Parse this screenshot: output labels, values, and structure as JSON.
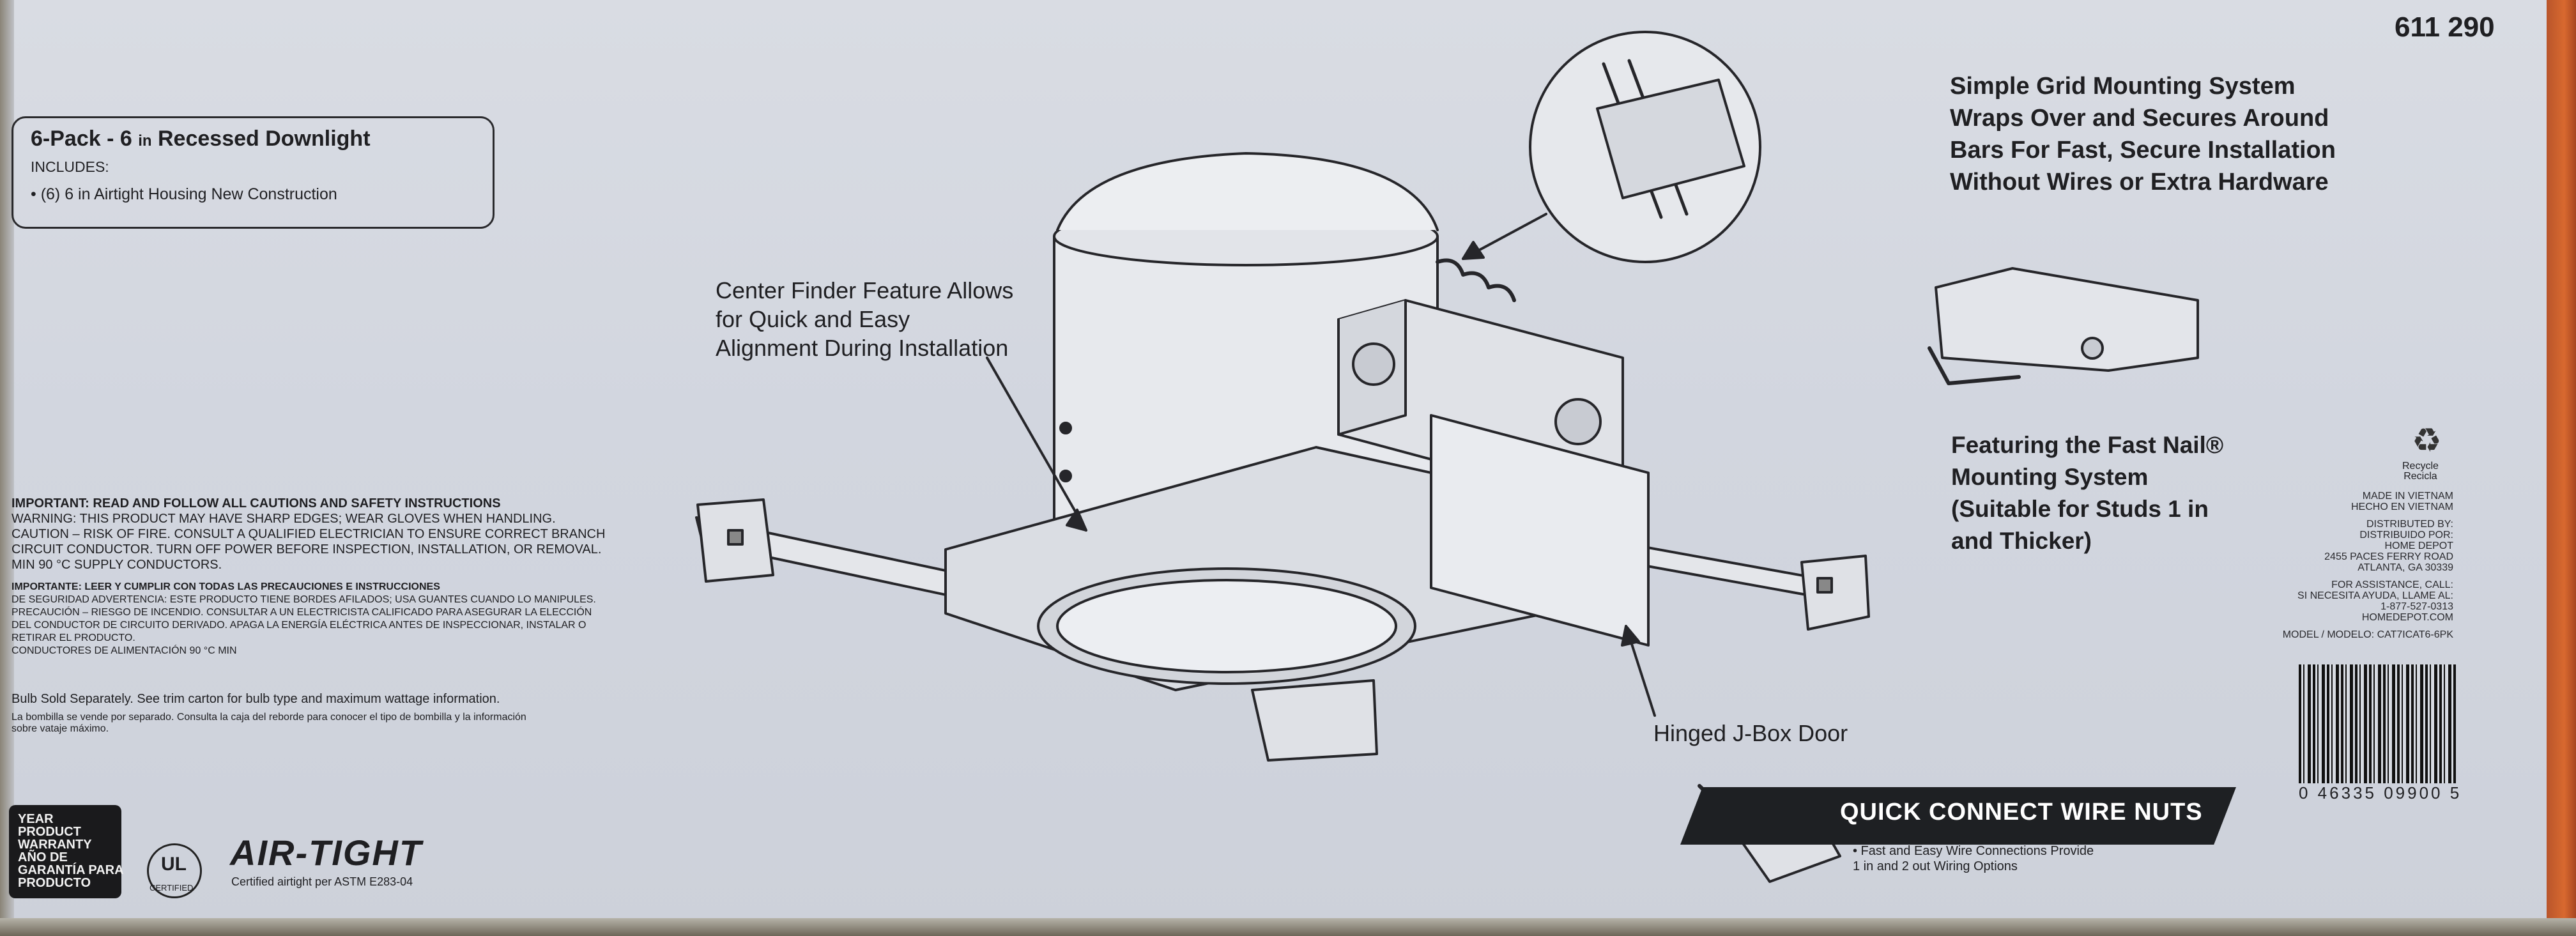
{
  "sku": "611 290",
  "pack": {
    "title_main": "6-Pack - 6",
    "title_unit": "in",
    "title_rest": "Recessed Downlight",
    "includes_label": "INCLUDES:",
    "item": "• (6) 6 in Airtight Housing New Construction"
  },
  "warnings": {
    "line1": "IMPORTANT: READ AND FOLLOW ALL CAUTIONS AND SAFETY INSTRUCTIONS",
    "line2": "WARNING: THIS PRODUCT MAY HAVE SHARP EDGES; WEAR GLOVES WHEN HANDLING.",
    "line3": "CAUTION – RISK OF FIRE. CONSULT A QUALIFIED ELECTRICIAN TO ENSURE CORRECT BRANCH",
    "line4": "CIRCUIT CONDUCTOR. TURN OFF POWER BEFORE INSPECTION, INSTALLATION, OR REMOVAL.",
    "line5": "MIN 90 °C SUPPLY CONDUCTORS.",
    "es1": "IMPORTANTE: LEER Y CUMPLIR CON TODAS LAS PRECAUCIONES E INSTRUCCIONES",
    "es2": "DE SEGURIDAD ADVERTENCIA: ESTE PRODUCTO TIENE BORDES AFILADOS; USA GUANTES CUANDO LO MANIPULES.",
    "es3": "PRECAUCIÓN – RIESGO DE INCENDIO. CONSULTAR A UN ELECTRICISTA CALIFICADO PARA ASEGURAR LA ELECCIÓN",
    "es4": "DEL CONDUCTOR DE CIRCUITO DERIVADO. APAGA LA ENERGÍA ELÉCTRICA ANTES DE INSPECCIONAR, INSTALAR O",
    "es5": "RETIRAR EL PRODUCTO.",
    "es6": "CONDUCTORES DE ALIMENTACIÓN 90 °C MIN",
    "bulb1": "Bulb Sold Separately. See trim carton for bulb type and maximum wattage information.",
    "bulb2": "La bombilla se vende por separado. Consulta la caja del reborde para conocer el tipo de bombilla y la información",
    "bulb3": "sobre vataje máximo."
  },
  "callouts": {
    "center_finder_1": "Center Finder Feature Allows",
    "center_finder_2": "for Quick and Easy",
    "center_finder_3": "Alignment During Installation",
    "hinged": "Hinged J-Box Door"
  },
  "grid_mount": {
    "l1": "Simple Grid Mounting System",
    "l2": "Wraps Over and Secures Around",
    "l3": "Bars For Fast, Secure Installation",
    "l4": "Without Wires or Extra Hardware"
  },
  "fast_nail": {
    "l1": "Featuring the Fast Nail®",
    "l2": "Mounting System",
    "l3": "(Suitable for Studs 1 in",
    "l4": "and Thicker)"
  },
  "side_info": {
    "made1": "MADE IN VIETNAM",
    "made2": "HECHO EN VIETNAM",
    "dist1": "DISTRIBUTED BY:",
    "dist2": "DISTRIBUIDO POR:",
    "dist3": "HOME DEPOT",
    "dist4": "2455 PACES FERRY ROAD",
    "dist5": "ATLANTA, GA 30339",
    "help1": "FOR ASSISTANCE, CALL:",
    "help2": "SI NECESITA AYUDA, LLAME AL:",
    "help3": "1-877-527-0313",
    "help4": "HOMEDEPOT.COM",
    "model": "MODEL / MODELO: CAT7ICAT6-6PK",
    "recycle1": "Recycle",
    "recycle2": "Recicla"
  },
  "barcode_number": "0 46335 09900 5",
  "quick_connect": {
    "title": "QUICK CONNECT WIRE NUTS",
    "b1": "• Fast and Easy Wire Connections Provide",
    "b2": "  1 in and 2 out Wiring Options"
  },
  "warranty": {
    "l1": "YEAR",
    "l2": "PRODUCT",
    "l3": "WARRANTY",
    "l4": "AÑO DE",
    "l5": "GARANTÍA PARA",
    "l6": "PRODUCTO"
  },
  "ul": {
    "mark": "UL",
    "caption": "CERTIFIED"
  },
  "airtight": {
    "logo": "AIR-TIGHT",
    "caption": "Certified airtight per ASTM E283-04"
  }
}
